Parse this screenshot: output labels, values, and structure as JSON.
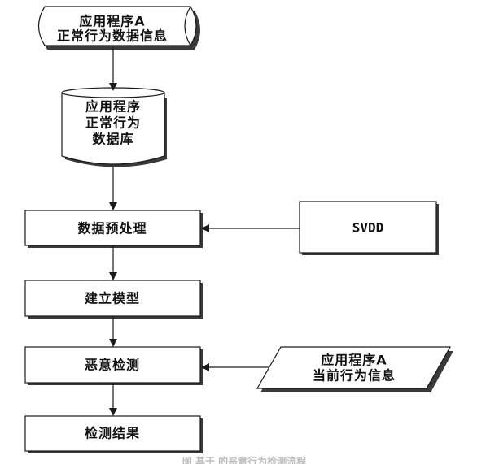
{
  "nodes": {
    "normal_behavior_info": {
      "shape": "stored-data",
      "lines": [
        "应用程序A",
        "正常行为数据信息"
      ]
    },
    "normal_behavior_db": {
      "shape": "database",
      "lines": [
        "应用程序",
        "正常行为",
        "数据库"
      ]
    },
    "preprocessing": {
      "shape": "process",
      "lines": [
        "数据预处理"
      ]
    },
    "svdd": {
      "shape": "process",
      "lines": [
        "SVDD"
      ]
    },
    "build_model": {
      "shape": "process",
      "lines": [
        "建立模型"
      ]
    },
    "malicious_detection": {
      "shape": "process",
      "lines": [
        "恶意检测"
      ]
    },
    "current_behavior_info": {
      "shape": "data-io",
      "lines": [
        "应用程序A",
        "当前行为信息"
      ]
    },
    "detection_result": {
      "shape": "process",
      "lines": [
        "检测结果"
      ]
    }
  },
  "edges": [
    {
      "from": "normal_behavior_info",
      "to": "normal_behavior_db"
    },
    {
      "from": "normal_behavior_db",
      "to": "preprocessing"
    },
    {
      "from": "svdd",
      "to": "preprocessing"
    },
    {
      "from": "preprocessing",
      "to": "build_model"
    },
    {
      "from": "build_model",
      "to": "malicious_detection"
    },
    {
      "from": "current_behavior_info",
      "to": "malicious_detection"
    },
    {
      "from": "malicious_detection",
      "to": "detection_result"
    }
  ],
  "caption": "图 基于 的恶意行为检测流程"
}
